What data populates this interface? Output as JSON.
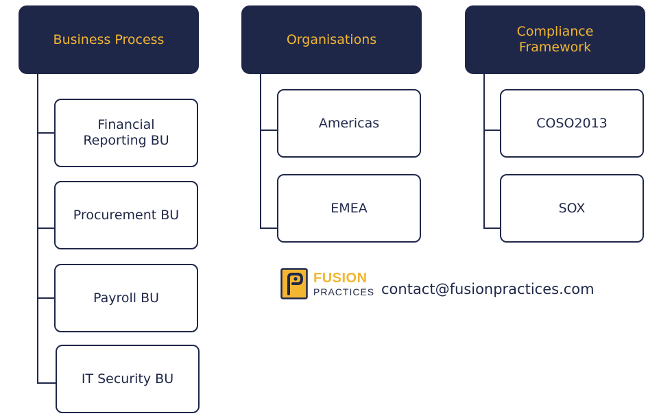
{
  "columns": [
    {
      "header": "Business Process",
      "items": [
        "Financial\nReporting BU",
        "Procurement BU",
        "Payroll BU",
        "IT Security BU"
      ]
    },
    {
      "header": "Organisations",
      "items": [
        "Americas",
        "EMEA"
      ]
    },
    {
      "header": "Compliance\nFramework",
      "items": [
        "COSO2013",
        "SOX"
      ]
    }
  ],
  "brand": {
    "name": "FUSION",
    "sub": "PRACTICES",
    "logo_icon": "fusion-practices-logo",
    "contact": "contact@fusionpractices.com"
  },
  "colors": {
    "navy": "#1f2749",
    "gold": "#f2b632",
    "background": "#ffffff"
  }
}
